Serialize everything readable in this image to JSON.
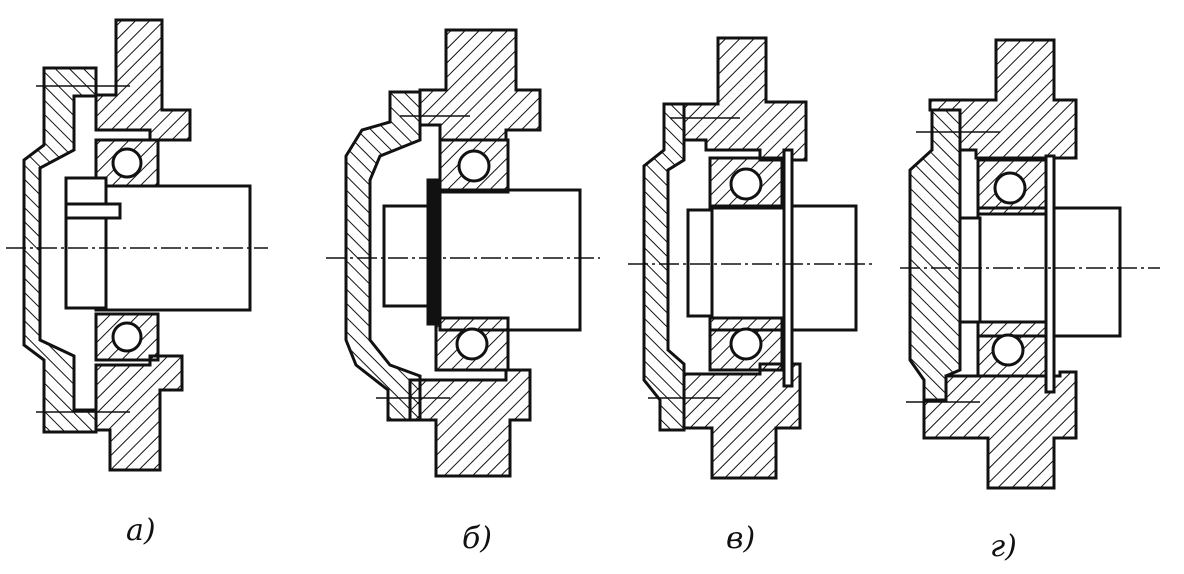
{
  "figure": {
    "background": "#ffffff",
    "ink": "#111111",
    "captions": [
      {
        "id": "a",
        "text": "а)"
      },
      {
        "id": "b",
        "text": "б)"
      },
      {
        "id": "v",
        "text": "в)"
      },
      {
        "id": "g",
        "text": "г)"
      }
    ]
  }
}
